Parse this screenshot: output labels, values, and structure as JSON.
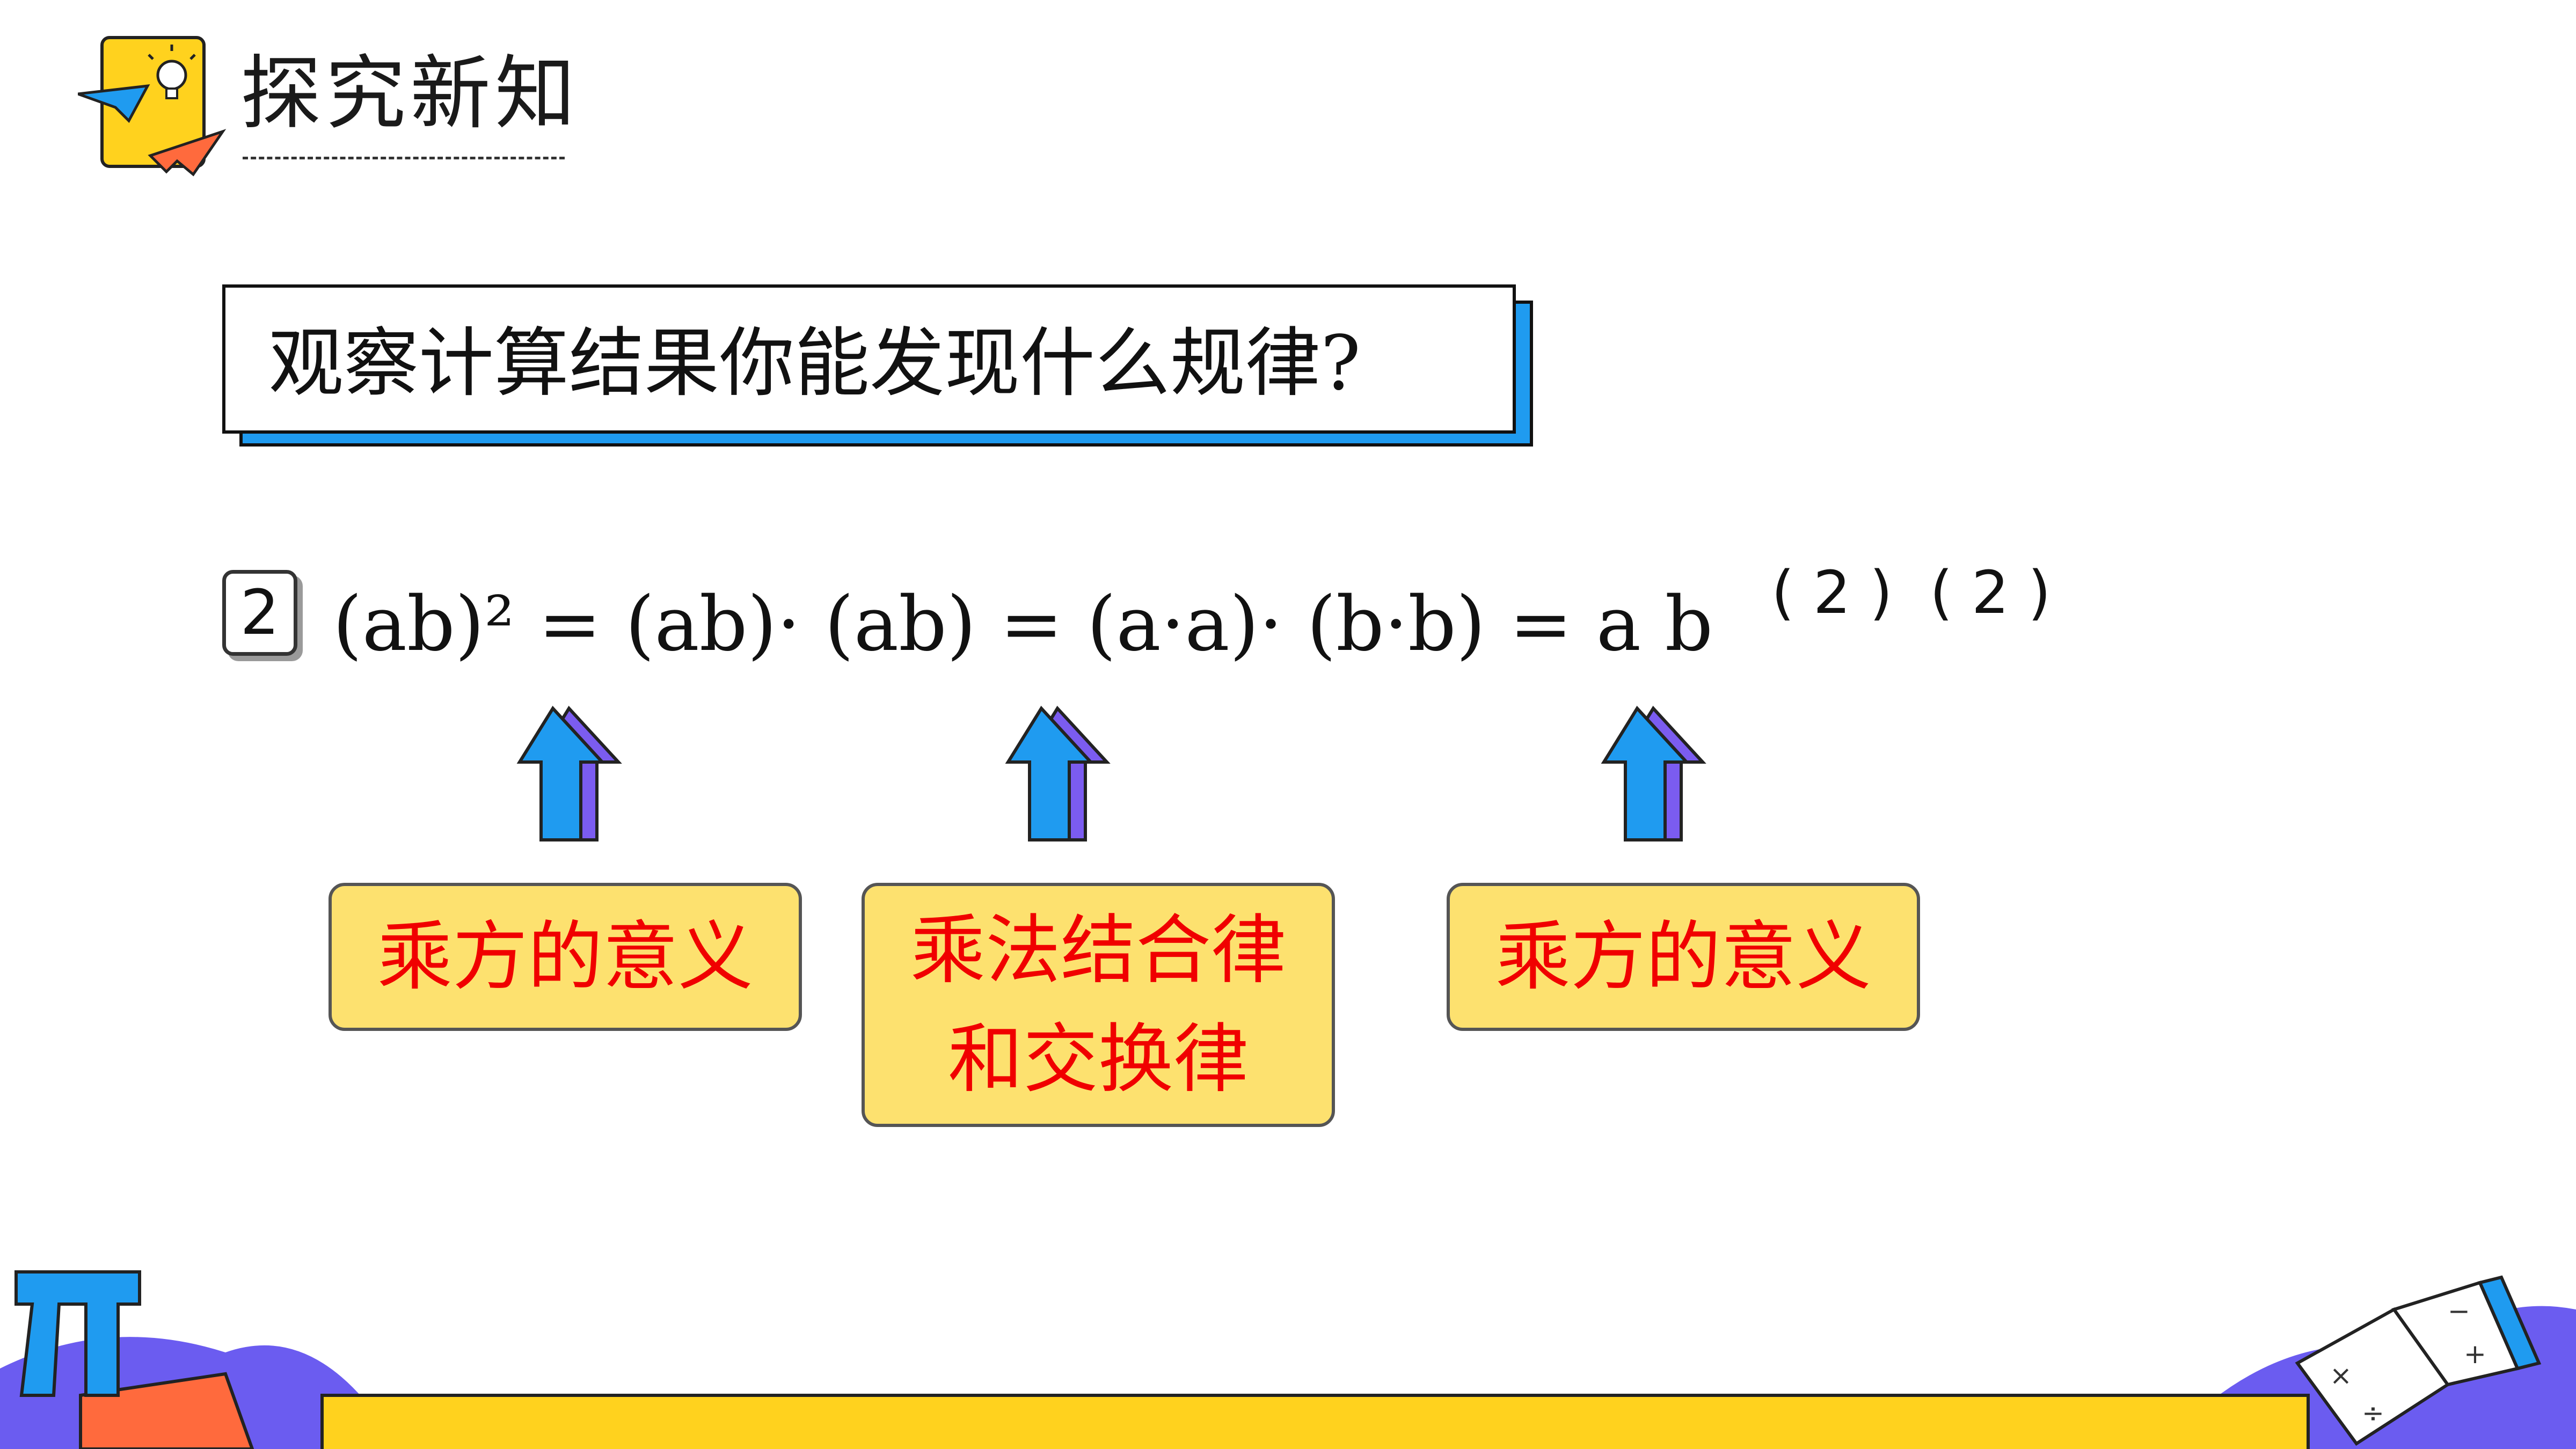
{
  "header": {
    "section_title": "探究新知",
    "icon": "lightbulb-paper-plane-icon"
  },
  "question": {
    "text": "观察计算结果你能发现什么规律?"
  },
  "formula": {
    "item_number": "2",
    "expression": "(ab)² = (ab)· (ab) = (a·a)· (b·b) = a b",
    "exponent_blank_a": "( 2 )",
    "exponent_blank_b": "( 2 )"
  },
  "annotations": [
    {
      "label": "乘方的意义"
    },
    {
      "label": "乘法结合律和交换律",
      "line1": "乘法结合律",
      "line2": "和交换律"
    },
    {
      "label": "乘方的意义"
    }
  ],
  "colors": {
    "accent_blue": "#1f9bf0",
    "arrow_purple": "#7b5cf0",
    "note_fill": "#fde16f",
    "note_text": "#f00000",
    "footer_yellow": "#ffd21e"
  },
  "decorations": {
    "left": "pi-symbol-icon",
    "right": "open-math-book-icon"
  }
}
